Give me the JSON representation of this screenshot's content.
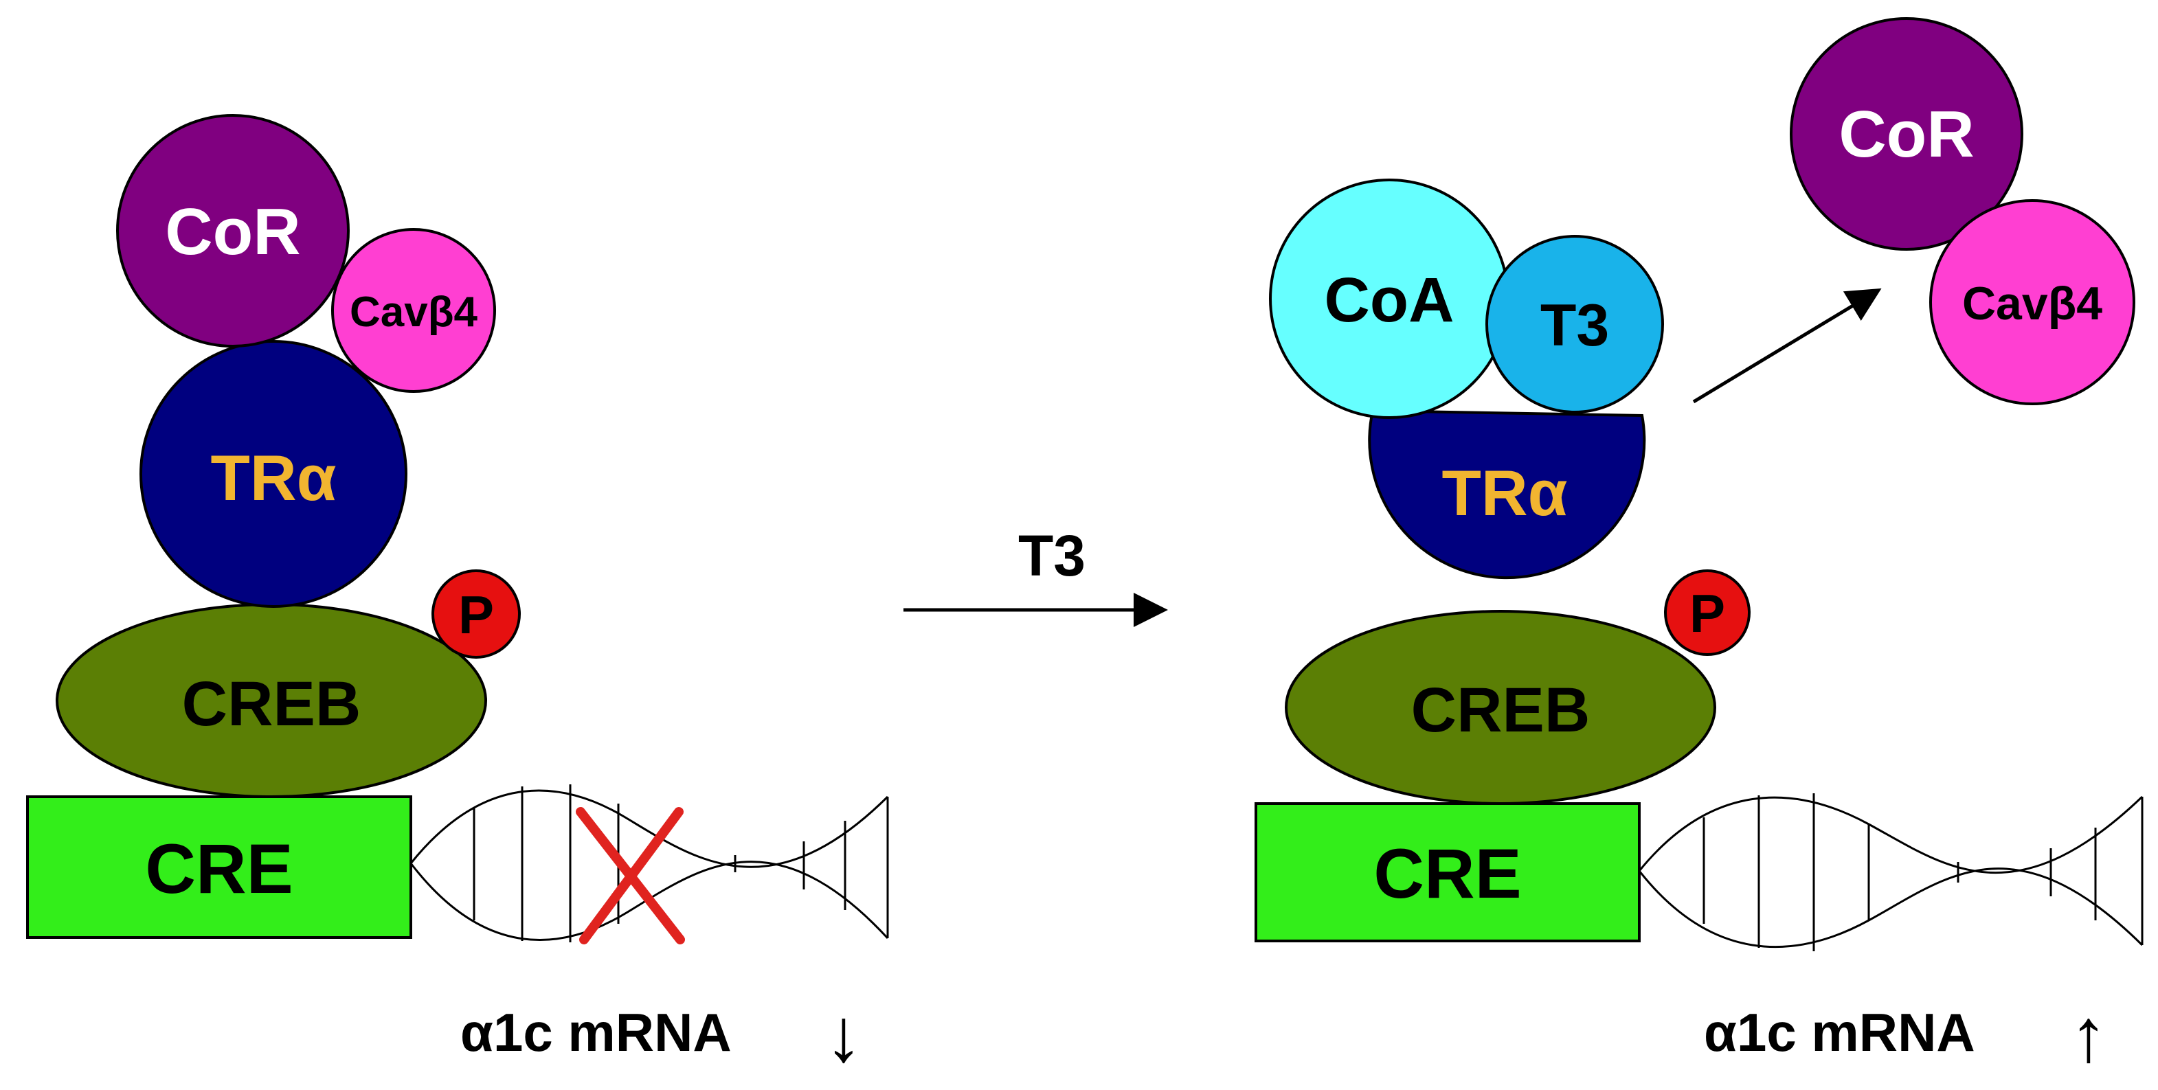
{
  "colors": {
    "cor": "#800080",
    "cavb4": "#ff3fd2",
    "tra": "#00007f",
    "tra_text": "#f2b530",
    "creb": "#5b7f05",
    "p_badge": "#e61010",
    "cre": "#33ee1a",
    "coa": "#66ffff",
    "t3": "#19b3ea",
    "block_x": "#e0231f"
  },
  "left": {
    "cor": "CoR",
    "cavb4": "Cavβ4",
    "tra": "TRα",
    "p": "P",
    "creb": "CREB",
    "cre": "CRE",
    "mrna": "α1c mRNA",
    "arrow": "↓"
  },
  "middle": {
    "stimulus": "T3"
  },
  "right": {
    "coa": "CoA",
    "t3": "T3",
    "tra": "TRα",
    "p": "P",
    "creb": "CREB",
    "cre": "CRE",
    "cor": "CoR",
    "cavb4": "Cavβ4",
    "mrna": "α1c mRNA",
    "arrow": "↑"
  }
}
